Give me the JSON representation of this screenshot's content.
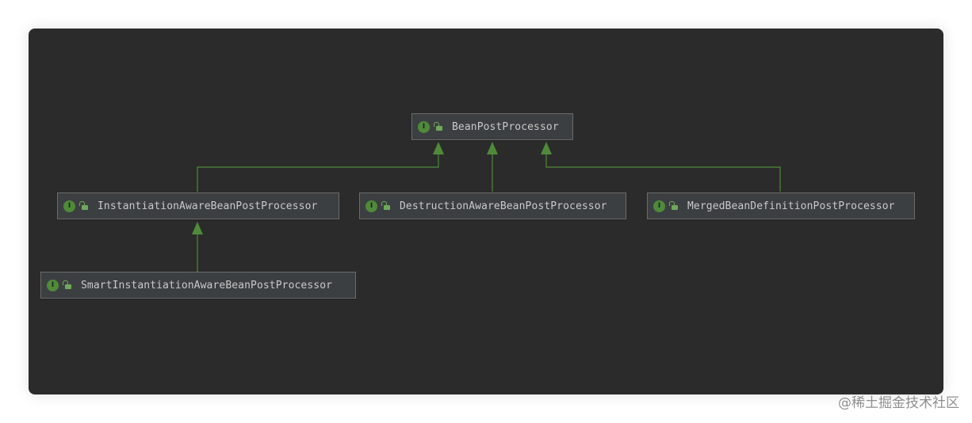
{
  "diagram": {
    "nodes": [
      {
        "id": "bpp",
        "label": "BeanPostProcessor",
        "icon_letter": "I",
        "parent": null
      },
      {
        "id": "iabpp",
        "label": "InstantiationAwareBeanPostProcessor",
        "icon_letter": "I",
        "parent": "bpp"
      },
      {
        "id": "dabpp",
        "label": "DestructionAwareBeanPostProcessor",
        "icon_letter": "I",
        "parent": "bpp"
      },
      {
        "id": "mbdpp",
        "label": "MergedBeanDefinitionPostProcessor",
        "icon_letter": "I",
        "parent": "bpp"
      },
      {
        "id": "siabpp",
        "label": "SmartInstantiationAwareBeanPostProcessor",
        "icon_letter": "I",
        "parent": "iabpp"
      }
    ],
    "edge_color": "#4f8a3a",
    "node_icon": "interface-icon",
    "access_icon": "open-lock-icon"
  },
  "colors": {
    "background": "#2b2b2b",
    "node_fill": "#3c3f41",
    "node_border": "#6b6b6b",
    "text": "#c9c9c9",
    "interface_badge": "#4f8a3a"
  },
  "watermark": "@稀土掘金技术社区"
}
